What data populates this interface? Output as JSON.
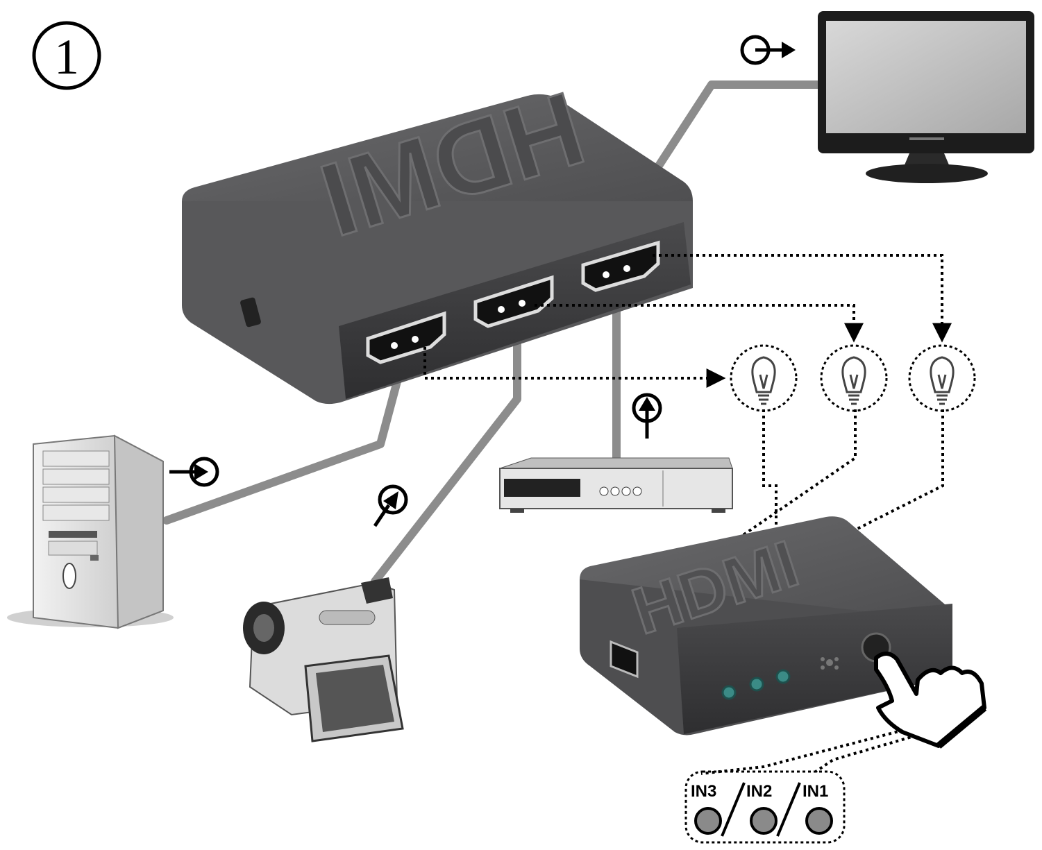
{
  "step_number": "①",
  "switch_logo": "HDMI",
  "mini_switch_logo": "HDMI",
  "selector_labels": [
    "IN3",
    "IN2",
    "IN1"
  ],
  "colors": {
    "device_dark": "#4a4a4c",
    "device_top": "#5a5a5c",
    "cable": "#8c8c8c",
    "led": "#3b8b86",
    "ink": "#000000",
    "indicator_fill": "#8a8a8a"
  },
  "icons": [
    "output-arrow-icon",
    "input-arrow-icon",
    "light-bulb-icon",
    "pointing-hand-icon"
  ]
}
